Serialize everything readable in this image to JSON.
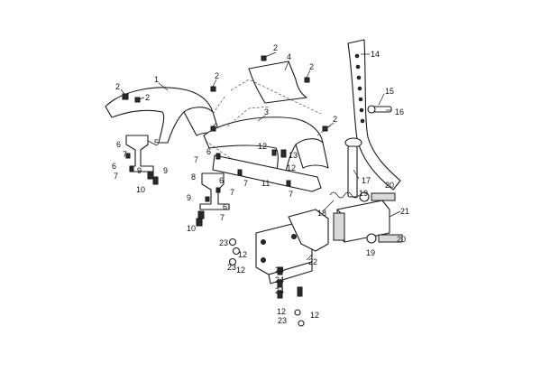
{
  "diagram": {
    "callouts": [
      {
        "id": "c1",
        "text": "1"
      },
      {
        "id": "c2a",
        "text": "2"
      },
      {
        "id": "c2b",
        "text": "2"
      },
      {
        "id": "c2c",
        "text": "2"
      },
      {
        "id": "c2d",
        "text": "2"
      },
      {
        "id": "c2e",
        "text": "2"
      },
      {
        "id": "c2f",
        "text": "2"
      },
      {
        "id": "c3",
        "text": "3"
      },
      {
        "id": "c4",
        "text": "4"
      },
      {
        "id": "c5",
        "text": "5"
      },
      {
        "id": "c6a",
        "text": "6"
      },
      {
        "id": "c6b",
        "text": "6"
      },
      {
        "id": "c6c",
        "text": "6"
      },
      {
        "id": "c6d",
        "text": "6"
      },
      {
        "id": "c6e",
        "text": "6"
      },
      {
        "id": "c7a",
        "text": "7"
      },
      {
        "id": "c7b",
        "text": "7"
      },
      {
        "id": "c7c",
        "text": "7"
      },
      {
        "id": "c7d",
        "text": "7"
      },
      {
        "id": "c7e",
        "text": "7"
      },
      {
        "id": "c7f",
        "text": "7"
      },
      {
        "id": "c7g",
        "text": "7"
      },
      {
        "id": "c8",
        "text": "8"
      },
      {
        "id": "c9a",
        "text": "9"
      },
      {
        "id": "c9b",
        "text": "9"
      },
      {
        "id": "c9c",
        "text": "9"
      },
      {
        "id": "c10a",
        "text": "10"
      },
      {
        "id": "c10b",
        "text": "10"
      },
      {
        "id": "c11",
        "text": "11"
      },
      {
        "id": "c12a",
        "text": "12"
      },
      {
        "id": "c12b",
        "text": "12"
      },
      {
        "id": "c12c",
        "text": "12"
      },
      {
        "id": "c12d",
        "text": "12"
      },
      {
        "id": "c12e",
        "text": "12"
      },
      {
        "id": "c12f",
        "text": "12"
      },
      {
        "id": "c13",
        "text": "13"
      },
      {
        "id": "c14",
        "text": "14"
      },
      {
        "id": "c15",
        "text": "15"
      },
      {
        "id": "c16",
        "text": "16"
      },
      {
        "id": "c17",
        "text": "17"
      },
      {
        "id": "c18",
        "text": "18"
      },
      {
        "id": "c19a",
        "text": "19"
      },
      {
        "id": "c19b",
        "text": "19"
      },
      {
        "id": "c20a",
        "text": "20"
      },
      {
        "id": "c20b",
        "text": "20"
      },
      {
        "id": "c21",
        "text": "21"
      },
      {
        "id": "c22",
        "text": "22"
      },
      {
        "id": "c23a",
        "text": "23"
      },
      {
        "id": "c23b",
        "text": "23"
      },
      {
        "id": "c23c",
        "text": "23"
      },
      {
        "id": "c24a",
        "text": "24"
      },
      {
        "id": "c24b",
        "text": "24"
      },
      {
        "id": "c24c",
        "text": "24"
      }
    ]
  }
}
